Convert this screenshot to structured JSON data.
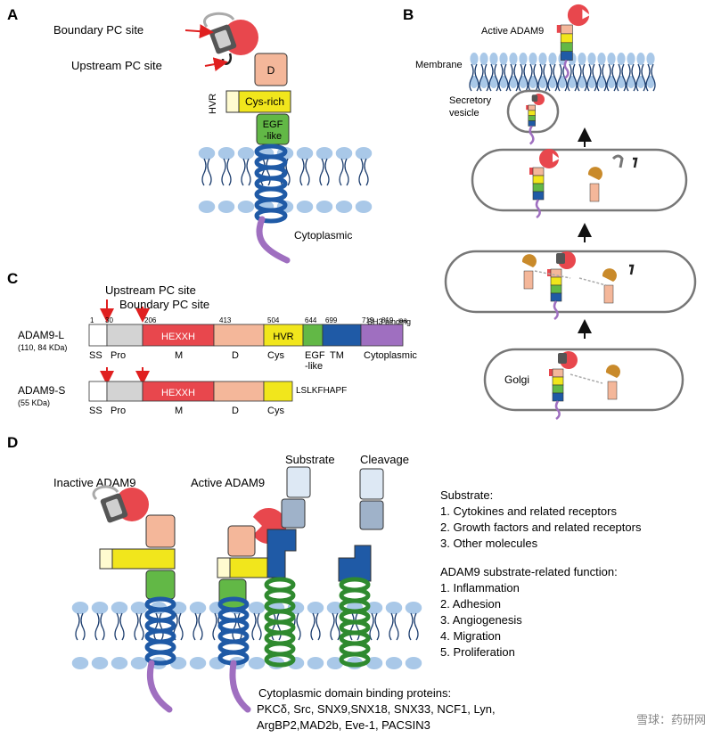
{
  "panels": {
    "a": "A",
    "b": "B",
    "c": "C",
    "d": "D"
  },
  "panel_a": {
    "boundary_pc": "Boundary PC site",
    "upstream_pc": "Upstream PC site",
    "d": "D",
    "hvr": "HVR",
    "cys_rich": "Cys-rich",
    "egf_1": "EGF",
    "egf_2": "-like",
    "cytoplasmic": "Cytoplasmic"
  },
  "panel_b": {
    "active": "Active ADAM9",
    "membrane": "Membrane",
    "secretory_1": "Secretory",
    "secretory_2": "vesicle",
    "golgi": "Golgi"
  },
  "panel_c": {
    "upstream_pc": "Upstream PC site",
    "boundary_pc": "Boundary PC site",
    "sh3": "SH3 binding",
    "adam9_l": "ADAM9-L",
    "adam9_l_kda": "(110, 84 KDa)",
    "adam9_s": "ADAM9-S",
    "adam9_s_kda": "(55 KDa)",
    "hexxh": "HEXXH",
    "hvr": "HVR",
    "s_tail": "LSLKFHAPF",
    "positions": [
      "1",
      "30",
      "206",
      "413",
      "504",
      "644",
      "699",
      "719",
      "819",
      "aa"
    ],
    "domains": [
      "SS",
      "Pro",
      "M",
      "D",
      "Cys",
      "EGF",
      "-like",
      "TM",
      "Cytoplasmic"
    ],
    "domains_s": [
      "SS",
      "Pro",
      "M",
      "D",
      "Cys"
    ]
  },
  "panel_d": {
    "inactive": "Inactive ADAM9",
    "active": "Active ADAM9",
    "substrate": "Substrate",
    "cleavage": "Cleavage",
    "substrate_heading": "Substrate:",
    "substrate_items": [
      "1. Cytokines and related receptors",
      "2. Growth factors and related receptors",
      "3. Other molecules"
    ],
    "function_heading": "ADAM9 substrate-related function:",
    "function_items": [
      "1. Inflammation",
      "2. Adhesion",
      "3. Angiogenesis",
      "4. Migration",
      "5. Proliferation"
    ],
    "binding_heading": "Cytoplasmic domain binding proteins:",
    "binding_lines": [
      "PKCδ, Src, SNX9,SNX18, SNX33, NCF1, Lyn,",
      "ArgBP2,MAD2b, Eve-1, PACSIN3"
    ]
  },
  "watermark": "雪球：药研网",
  "colors": {
    "metallo_red": "#e8474d",
    "disintegrin_peach": "#f4b79a",
    "cys_yellow": "#f1e61c",
    "egf_green": "#62b846",
    "tm_blue": "#1f5aa6",
    "cyto_purple": "#9f6fc0",
    "pro_grey": "#d3d3d3",
    "membrane_blue": "#a9c8e8",
    "arrow_red": "#e02020",
    "substrate_blue": "#1f5aa6",
    "substrate_green": "#2f8a2f"
  }
}
